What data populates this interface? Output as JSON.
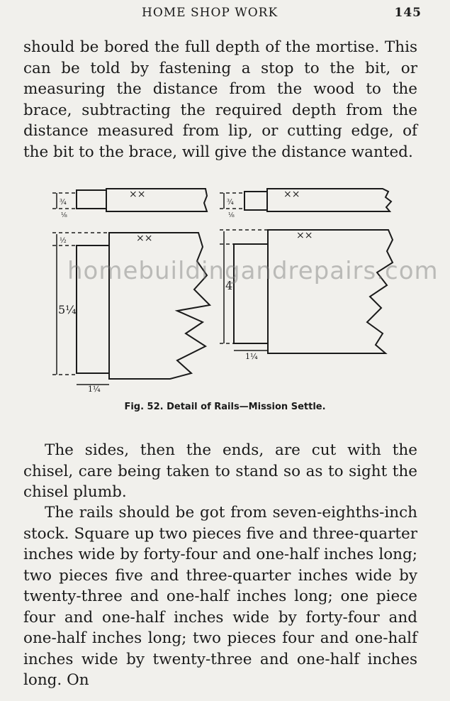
{
  "header": {
    "running_title": "HOME SHOP WORK",
    "page_number": "145"
  },
  "paragraphs": [
    "should be bored the full depth of the mortise. This can be told by fastening a stop to the bit, or measuring the distance from the wood to the brace, subtracting the required depth from the distance measured from lip, or cutting edge, of the bit to the brace, will give the distance wanted.",
    "The sides, then the ends, are cut with the chisel, care being taken to stand so as to sight the chisel plumb.",
    "The rails should be got from seven-eighths-inch stock. Square up two pieces five and three-quarter inches wide by forty-four and one-half inches long; two pieces five and three-quarter inches wide by twenty-three and one-half inches long; one piece four and one-half inches wide by forty-four and one-half inches long; two pieces four and one-half inches wide by twenty-three and one-half inches long.  On"
  ],
  "figure": {
    "caption": "Fig. 52.  Detail of Rails—Mission Settle.",
    "watermark": "homebuildingandrepairs.com",
    "marks": "××",
    "dimensions": {
      "top_small": "¾",
      "top_tiny": "⅛",
      "height_left": "5¼",
      "height_right": "4",
      "top_half": "½",
      "tenon_left": "1¼",
      "tenon_right": "1¼"
    }
  }
}
